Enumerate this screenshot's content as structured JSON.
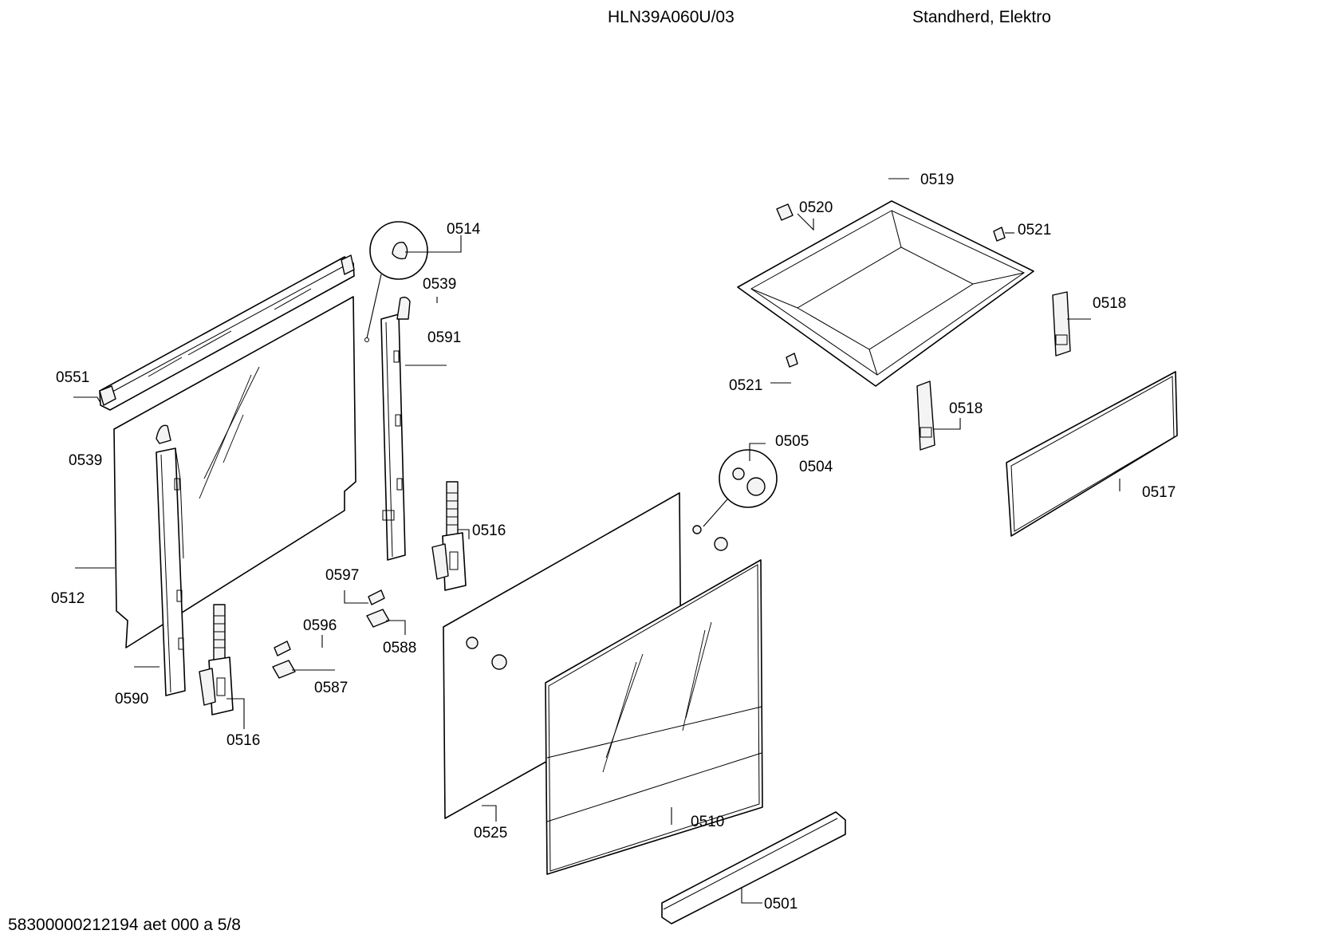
{
  "header": {
    "model": "HLN39A060U/03",
    "type": "Standherd, Elektro"
  },
  "footer": {
    "doc_code": "58300000212194 aet 000 a 5/8"
  },
  "callouts": [
    {
      "id": "c0519",
      "label": "0519"
    },
    {
      "id": "c0520",
      "label": "0520"
    },
    {
      "id": "c0521a",
      "label": "0521"
    },
    {
      "id": "c0514",
      "label": "0514"
    },
    {
      "id": "c0539a",
      "label": "0539"
    },
    {
      "id": "c0518a",
      "label": "0518"
    },
    {
      "id": "c0591",
      "label": "0591"
    },
    {
      "id": "c0551",
      "label": "0551"
    },
    {
      "id": "c0521b",
      "label": "0521"
    },
    {
      "id": "c0518b",
      "label": "0518"
    },
    {
      "id": "c0505",
      "label": "0505"
    },
    {
      "id": "c0539b",
      "label": "0539"
    },
    {
      "id": "c0504",
      "label": "0504"
    },
    {
      "id": "c0517",
      "label": "0517"
    },
    {
      "id": "c0516a",
      "label": "0516"
    },
    {
      "id": "c0597",
      "label": "0597"
    },
    {
      "id": "c0512",
      "label": "0512"
    },
    {
      "id": "c0596",
      "label": "0596"
    },
    {
      "id": "c0588",
      "label": "0588"
    },
    {
      "id": "c0587",
      "label": "0587"
    },
    {
      "id": "c0590",
      "label": "0590"
    },
    {
      "id": "c0516b",
      "label": "0516"
    },
    {
      "id": "c0510",
      "label": "0510"
    },
    {
      "id": "c0525",
      "label": "0525"
    },
    {
      "id": "c0501",
      "label": "0501"
    }
  ]
}
